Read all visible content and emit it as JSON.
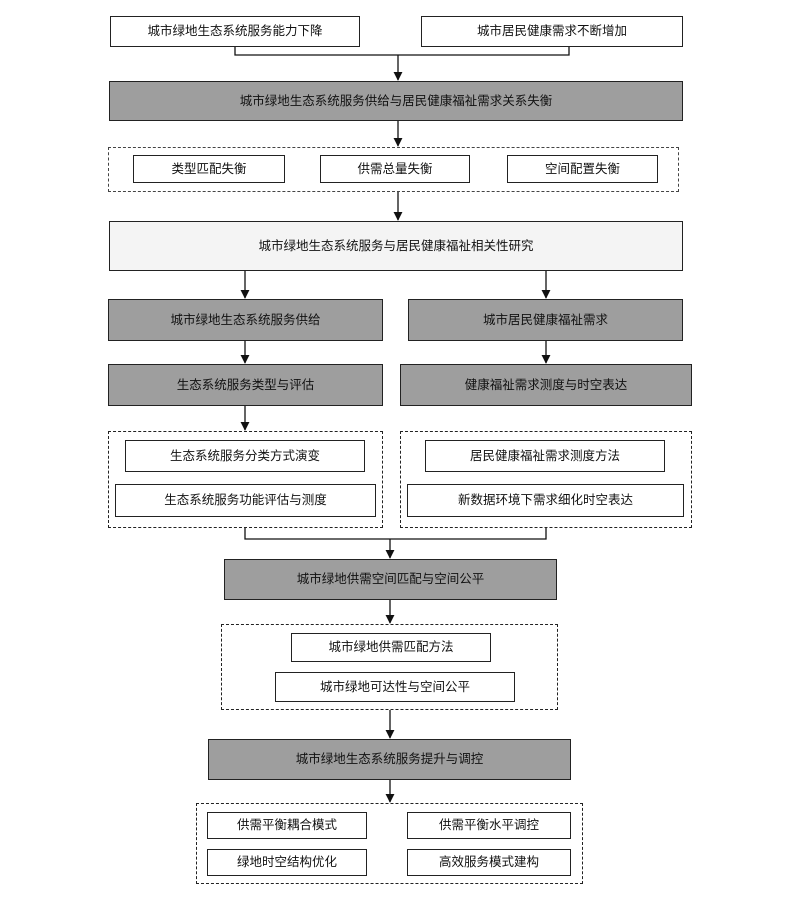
{
  "top": {
    "left": "城市绿地生态系统服务能力下降",
    "right": "城市居民健康需求不断增加"
  },
  "imbalance": {
    "title": "城市绿地生态系统服务供给与居民健康福祉需求关系失衡",
    "items": [
      "类型匹配失衡",
      "供需总量失衡",
      "空间配置失衡"
    ]
  },
  "correlation": "城市绿地生态系统服务与居民健康福祉相关性研究",
  "supply": {
    "title": "城市绿地生态系统服务供给",
    "sub": "生态系统服务类型与评估",
    "items": [
      "生态系统服务分类方式演变",
      "生态系统服务功能评估与测度"
    ]
  },
  "demand": {
    "title": "城市居民健康福祉需求",
    "sub": "健康福祉需求测度与时空表达",
    "items": [
      "居民健康福祉需求测度方法",
      "新数据环境下需求细化时空表达"
    ]
  },
  "matching": {
    "title": "城市绿地供需空间匹配与空间公平",
    "items": [
      "城市绿地供需匹配方法",
      "城市绿地可达性与空间公平"
    ]
  },
  "regulation": {
    "title": "城市绿地生态系统服务提升与调控",
    "items": [
      "供需平衡耦合模式",
      "供需平衡水平调控",
      "绿地时空结构优化",
      "高效服务模式建构"
    ]
  }
}
